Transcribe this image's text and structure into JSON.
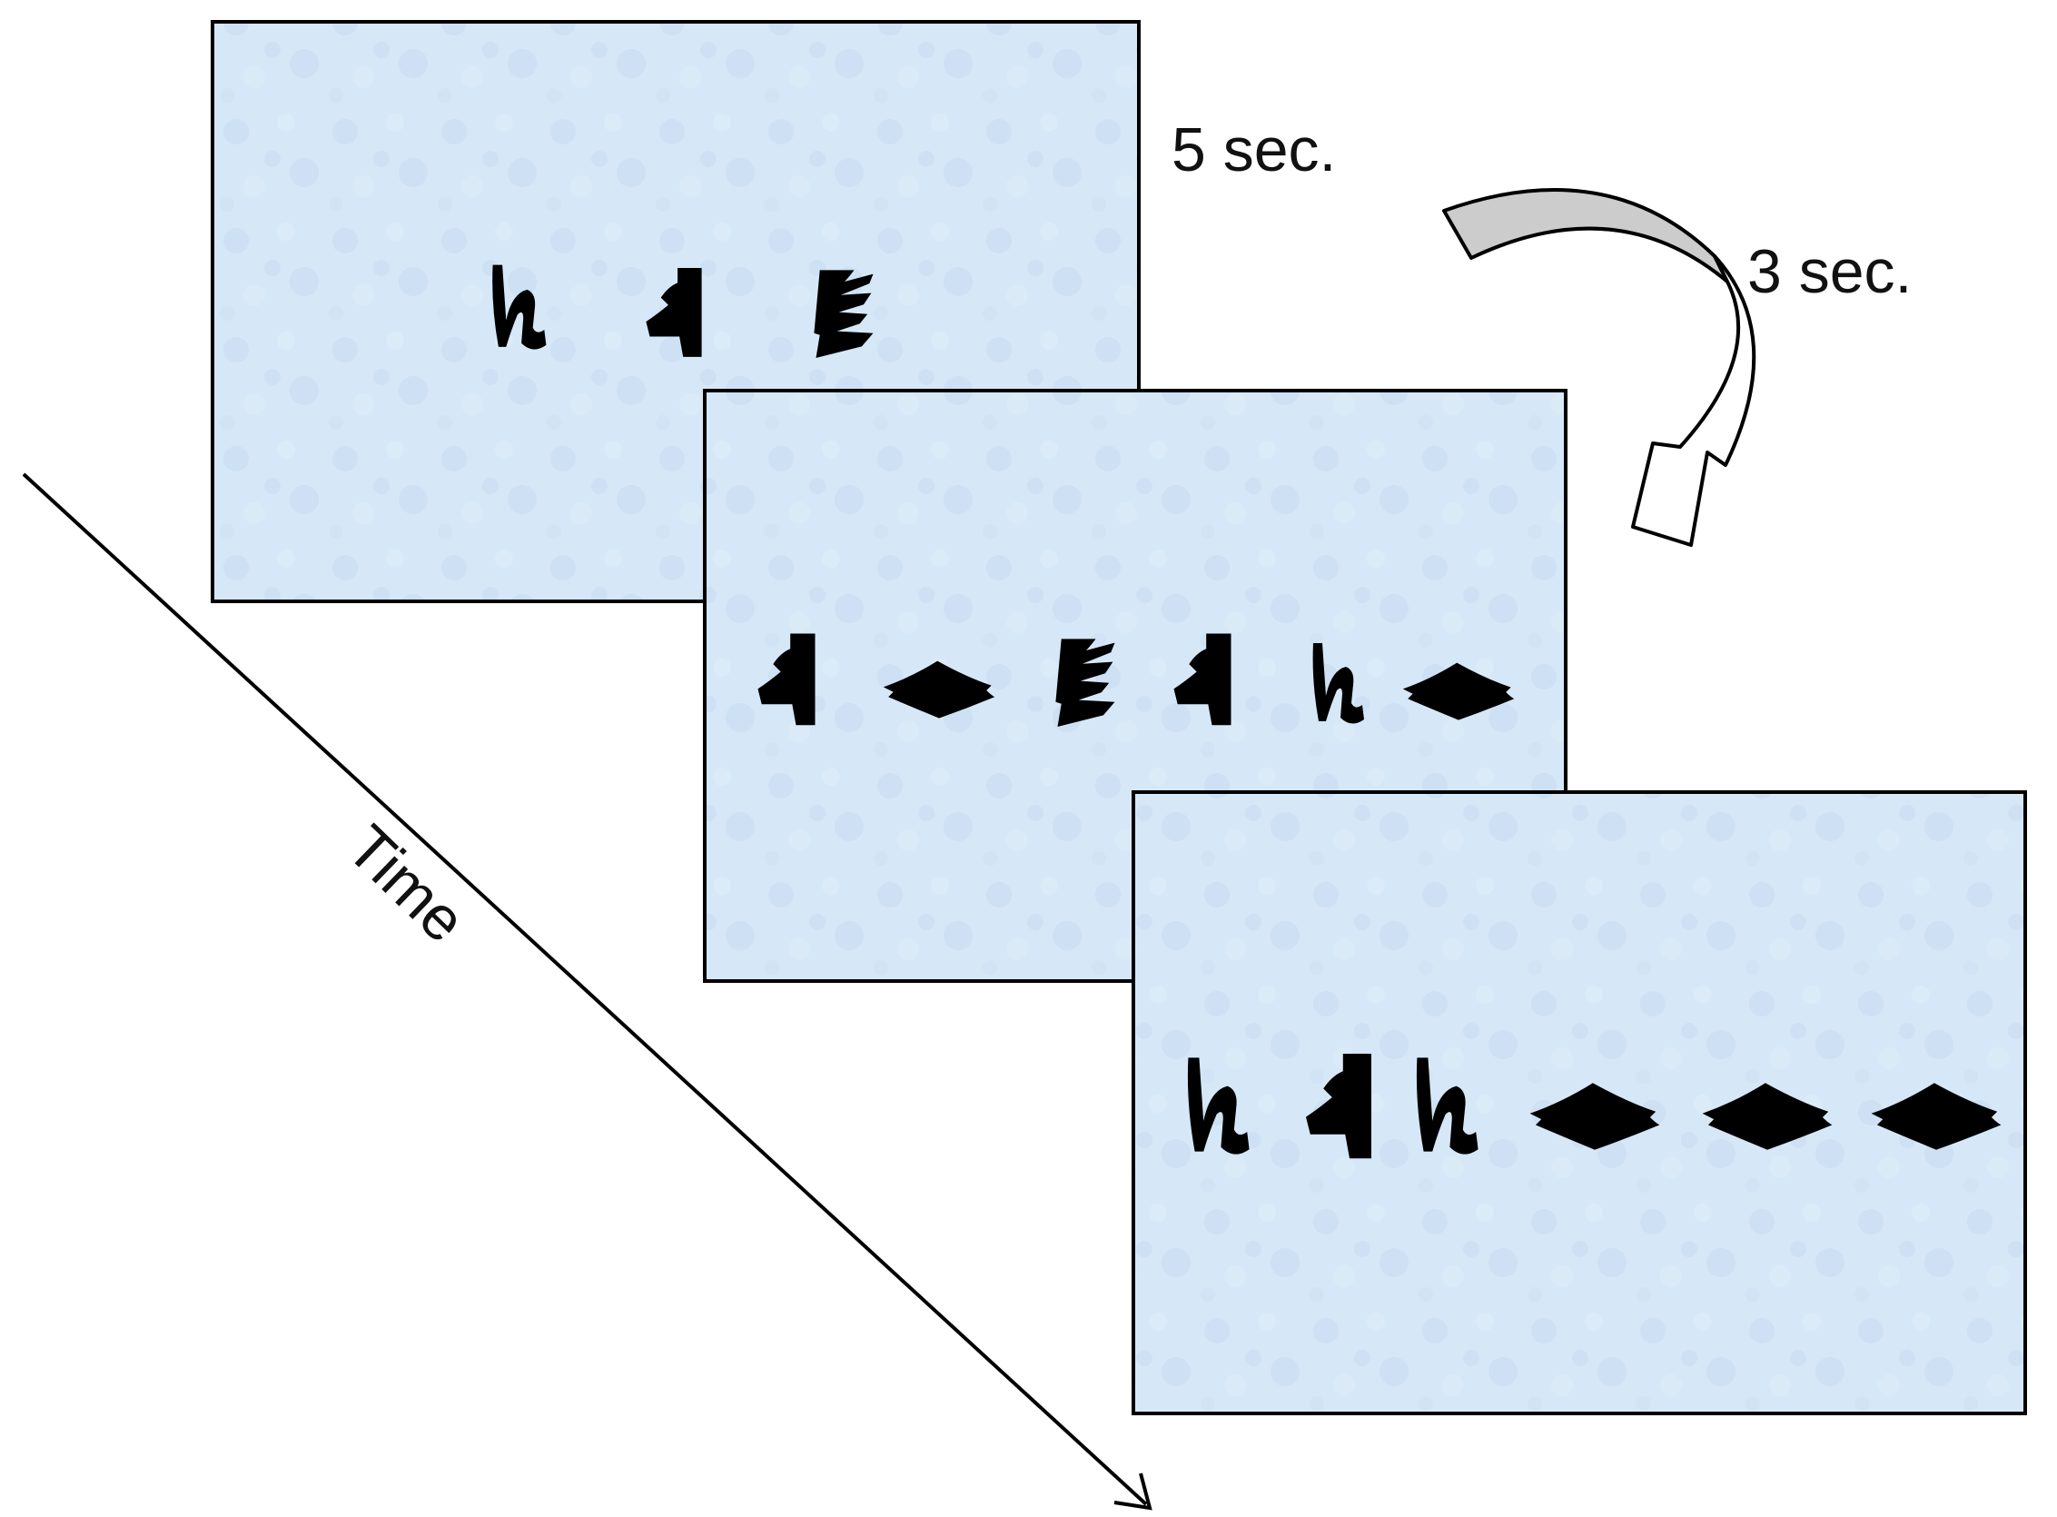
{
  "labels": {
    "first_duration": "5 sec.",
    "interval_duration": "3 sec.",
    "time_axis": "Time"
  },
  "colors": {
    "panel_fill": "#d5e6f6",
    "panel_texture": "#c6dcf2",
    "stroke": "#000000",
    "arrow_gray": "#cccccc",
    "arrow_white": "#ffffff"
  },
  "panels": [
    {
      "name": "study",
      "symbols": [
        "hook-glyph",
        "flag-glyph",
        "comb-glyph"
      ]
    },
    {
      "name": "test-a",
      "symbols": [
        "flag-glyph",
        "diamond-glyph",
        "comb-glyph",
        "flag-glyph",
        "hook-glyph",
        "diamond-glyph"
      ]
    },
    {
      "name": "test-b",
      "symbols": [
        "hook-glyph",
        "flag-glyph",
        "hook-glyph",
        "diamond-glyph",
        "diamond-glyph",
        "diamond-glyph"
      ]
    }
  ]
}
